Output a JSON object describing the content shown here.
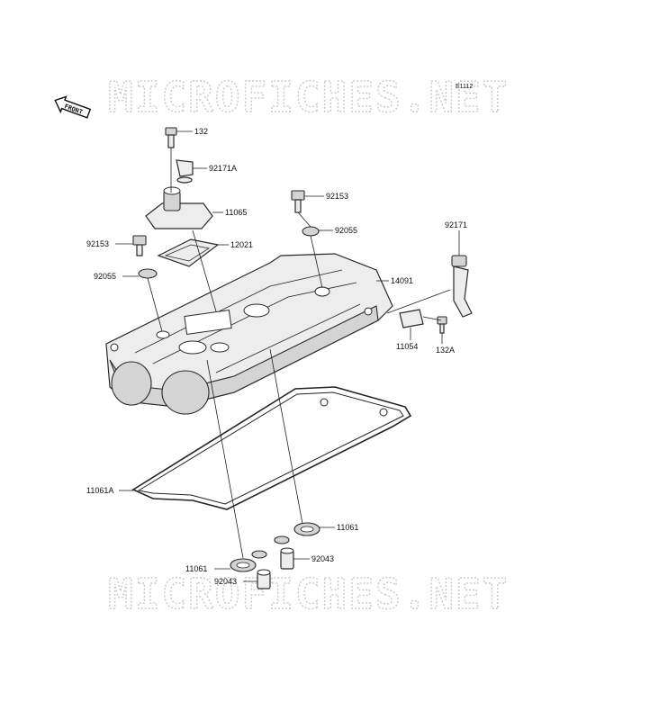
{
  "diagram": {
    "code": "E1112",
    "front_label": "FRONT",
    "watermark": "MICROFICHES.NET",
    "labels": {
      "p132": "132",
      "p92171A": "92171A",
      "p92153_right": "92153",
      "p11065": "11065",
      "p92055_right": "92055",
      "p92153_left": "92153",
      "p12021": "12021",
      "p92171": "92171",
      "p92055_left": "92055",
      "p14091": "14091",
      "p11054": "11054",
      "p132A": "132A",
      "p11061A": "11061A",
      "p11061_right": "11061",
      "p92043_right": "92043",
      "p11061_left": "11061",
      "p92043_left": "92043"
    }
  }
}
